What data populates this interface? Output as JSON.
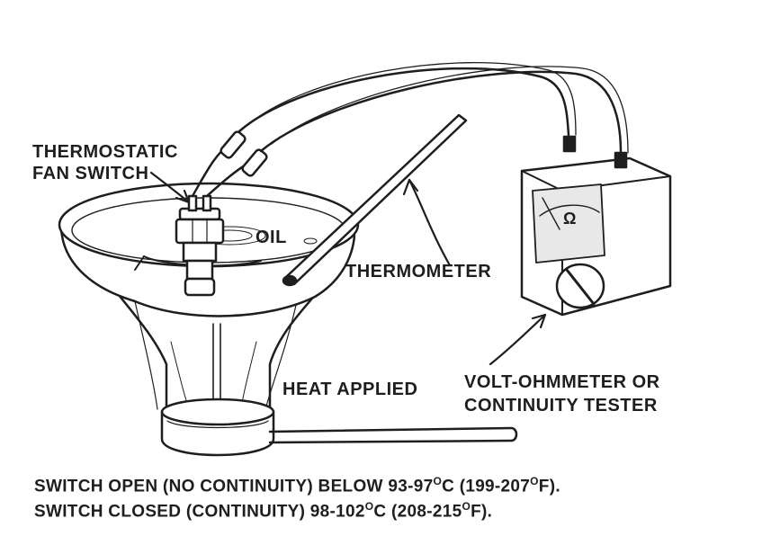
{
  "labels": {
    "switch_line1": "THERMOSTATIC",
    "switch_line2": "FAN SWITCH",
    "oil": "OIL",
    "thermometer": "THERMOMETER",
    "heat": "HEAT APPLIED",
    "meter_line1": "VOLT-OHMMETER OR",
    "meter_line2": "CONTINUITY TESTER",
    "ohm_symbol": "Ω"
  },
  "notes": {
    "open": {
      "prefix": "SWITCH OPEN (NO CONTINUITY) BELOW 93-97",
      "deg1": "O",
      "mid": "C  (199-207",
      "deg2": "O",
      "suffix": "F)."
    },
    "closed": {
      "prefix": "SWITCH CLOSED (CONTINUITY)  98-102",
      "deg1": "O",
      "mid": "C  (208-215",
      "deg2": "O",
      "suffix": "F)."
    }
  },
  "colors": {
    "ink": "#1e1e1e",
    "paper": "#ffffff",
    "tint": "#e8e8e8"
  }
}
